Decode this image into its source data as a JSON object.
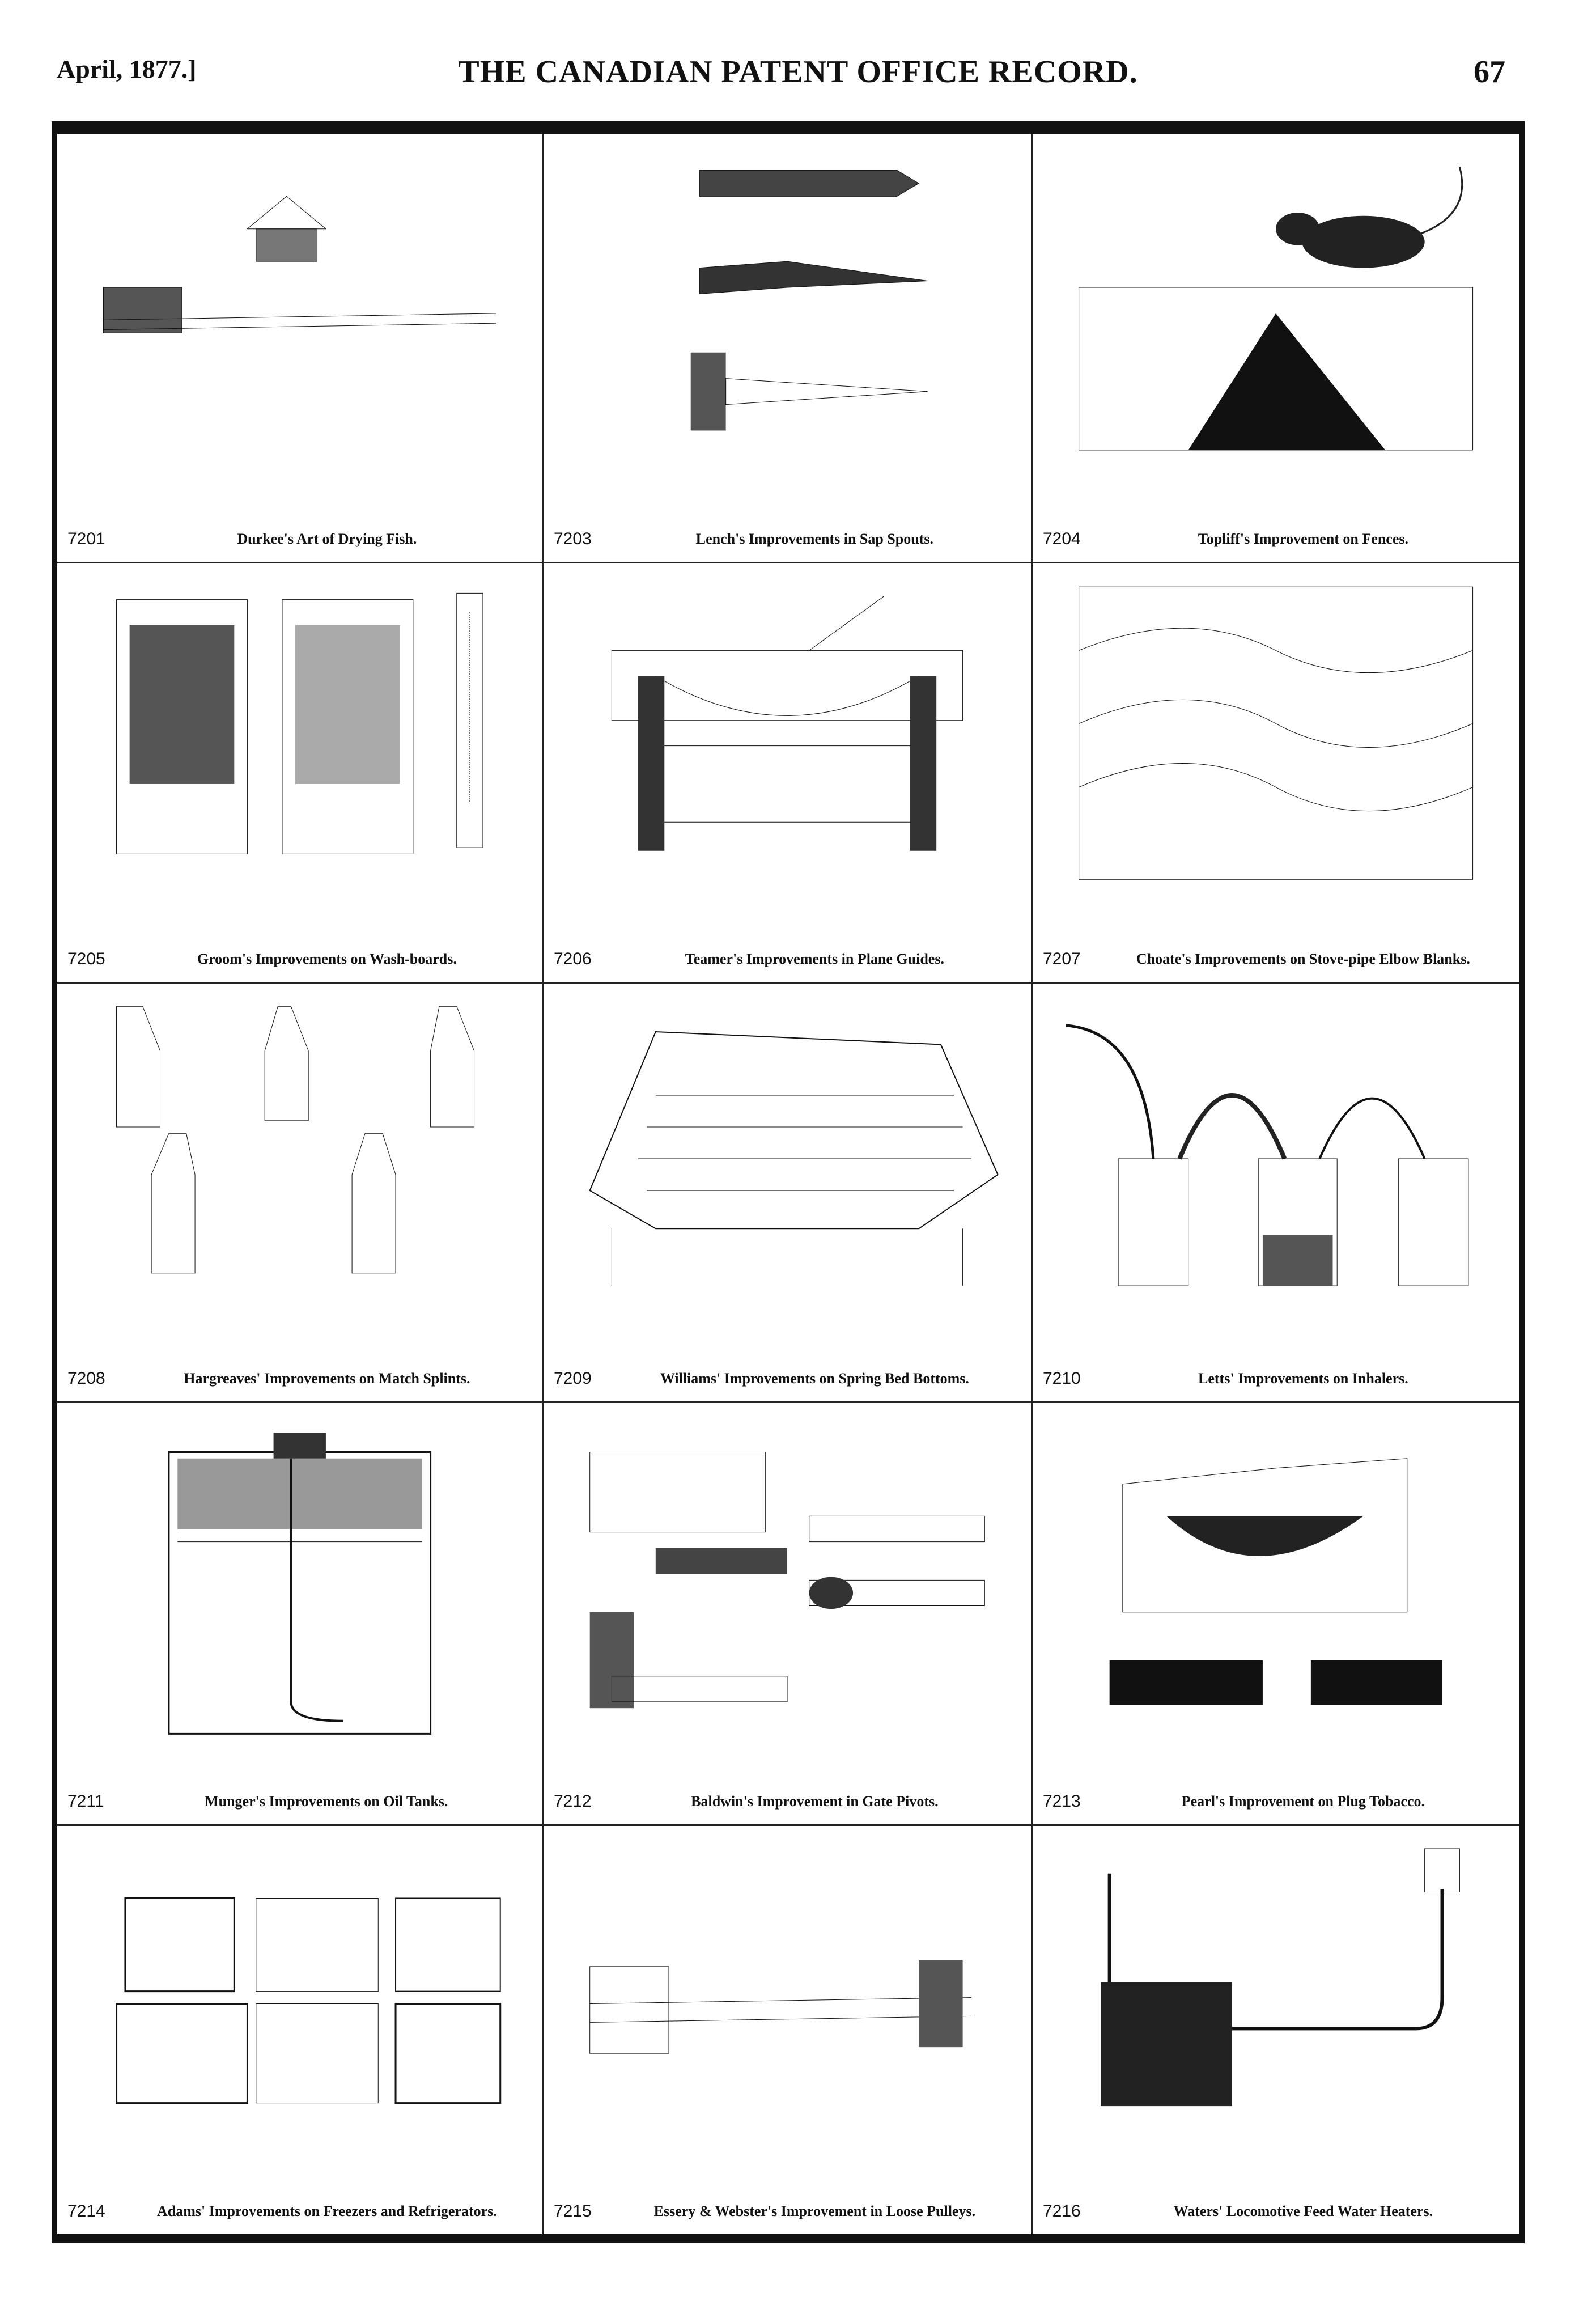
{
  "header": {
    "date": "April, 1877.]",
    "title": "THE CANADIAN PATENT OFFICE RECORD.",
    "page_number": "67"
  },
  "patents": [
    {
      "number": "7201",
      "title": "Durkee's Art of Drying Fish."
    },
    {
      "number": "7203",
      "title": "Lench's Improvements in Sap Spouts."
    },
    {
      "number": "7204",
      "title": "Topliff's Improvement on Fences."
    },
    {
      "number": "7205",
      "title": "Groom's Improvements on Wash-boards."
    },
    {
      "number": "7206",
      "title": "Teamer's Improvements in Plane Guides."
    },
    {
      "number": "7207",
      "title": "Choate's Improvements on Stove-pipe Elbow Blanks."
    },
    {
      "number": "7208",
      "title": "Hargreaves' Improvements on Match Splints."
    },
    {
      "number": "7209",
      "title": "Williams' Improvements on Spring Bed Bottoms."
    },
    {
      "number": "7210",
      "title": "Letts' Improvements on Inhalers."
    },
    {
      "number": "7211",
      "title": "Munger's Improvements on Oil Tanks."
    },
    {
      "number": "7212",
      "title": "Baldwin's Improvement in Gate Pivots."
    },
    {
      "number": "7213",
      "title": "Pearl's Improvement on Plug Tobacco."
    },
    {
      "number": "7214",
      "title": "Adams' Improvements on Freezers and Refrigerators."
    },
    {
      "number": "7215",
      "title": "Essery & Webster's Improvement in Loose Pulleys."
    },
    {
      "number": "7216",
      "title": "Waters' Locomotive Feed Water Heaters."
    }
  ]
}
